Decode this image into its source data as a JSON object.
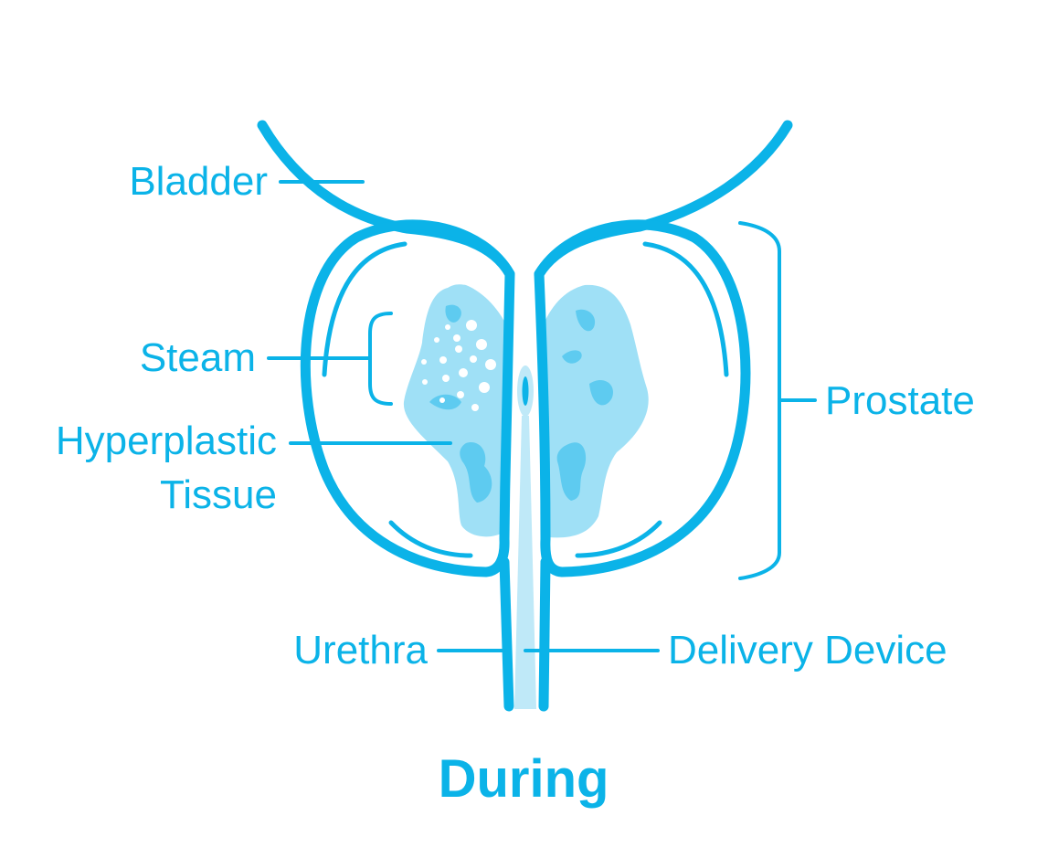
{
  "labels": {
    "bladder": "Bladder",
    "steam": "Steam",
    "hyperplastic_line1": "Hyperplastic",
    "hyperplastic_line2": "Tissue",
    "prostate": "Prostate",
    "urethra": "Urethra",
    "delivery_device": "Delivery Device"
  },
  "caption": "During",
  "colors": {
    "outline": "#0bb3e8",
    "tissue_fill": "#9fe0f6",
    "tissue_spot": "#5ecbf0",
    "device_fill": "#bfe9f8",
    "steam_dots": "#ffffff"
  }
}
